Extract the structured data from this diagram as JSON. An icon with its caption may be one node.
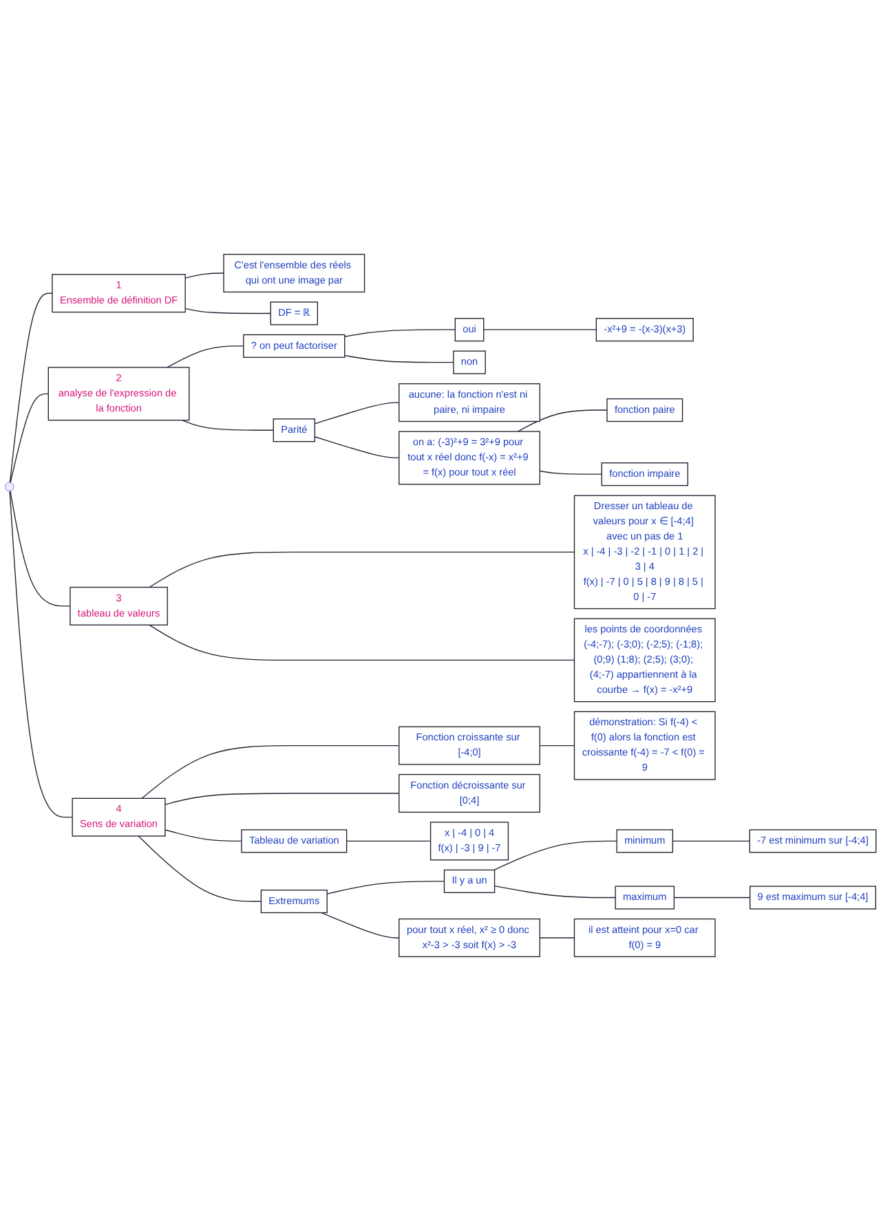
{
  "diagram": {
    "nodes": [
      {
        "text": [
          "1",
          "Ensemble de définition DF"
        ]
      },
      {
        "text": [
          "C'est l'ensemble des réels qui ont une image par"
        ]
      },
      {
        "text": [
          "DF = ℝ"
        ]
      },
      {
        "text": [
          "2",
          "analyse de l'expression de la fonction"
        ]
      },
      {
        "text": [
          "? on peut factoriser"
        ]
      },
      {
        "text": [
          "oui"
        ]
      },
      {
        "text": [
          "-x²+9 = -(x-3)(x+3)"
        ]
      },
      {
        "text": [
          "non"
        ]
      },
      {
        "text": [
          "Parité"
        ]
      },
      {
        "text": [
          "aucune: la fonction n'est ni paire, ni impaire"
        ]
      },
      {
        "text": [
          "on a: (-3)²+9 = 3²+9 pour tout x réel donc f(-x) = x²+9 = f(x) pour tout x réel"
        ]
      },
      {
        "text": [
          "fonction paire"
        ]
      },
      {
        "text": [
          "fonction impaire"
        ]
      },
      {
        "text": [
          "3",
          "tableau de valeurs"
        ]
      },
      {
        "text": [
          "Dresser un tableau de valeurs pour x ∈ [-4;4] avec un pas de 1",
          "x | -4 | -3 | -2 | -1 | 0 | 1 | 2 | 3 | 4",
          "f(x) | -7 | 0 | 5 | 8 | 9 | 8 | 5 | 0 | -7"
        ]
      },
      {
        "text": [
          "les points de coordonnées (-4;-7); (-3;0); (-2;5); (-1;8); (0;9) (1;8); (2;5); (3;0); (4;-7) appartiennent à la courbe → f(x) = -x²+9"
        ]
      },
      {
        "text": [
          "4",
          "Sens de variation"
        ]
      },
      {
        "text": [
          "Fonction croissante sur [-4;0]"
        ]
      },
      {
        "text": [
          "Fonction décroissante sur [0;4]"
        ]
      },
      {
        "text": [
          "démonstration: Si f(-4) < f(0) alors la fonction est croissante f(-4) = -7 < f(0) = 9"
        ]
      },
      {
        "text": [
          "Tableau de variation"
        ]
      },
      {
        "text": [
          "x | -4 | 0 | 4",
          "f(x) | -3 | 9 | -7"
        ]
      },
      {
        "text": [
          "Extremums"
        ]
      },
      {
        "text": [
          "Il y a un"
        ]
      },
      {
        "text": [
          "minimum"
        ]
      },
      {
        "text": [
          "maximum"
        ]
      },
      {
        "text": [
          "-7 est minimum sur [-4;4]"
        ]
      },
      {
        "text": [
          "9 est maximum sur [-4;4]"
        ]
      },
      {
        "text": [
          "pour tout x réel, x² ≥ 0 donc x²-3 > -3 soit f(x) > -3"
        ]
      },
      {
        "text": [
          "il est atteint pour x=0 car f(0) = 9"
        ]
      },
      {
        "text": [],
        "shape": "circle"
      }
    ],
    "edges": [
      {
        "from": 30,
        "to": 0,
        "arrow": "none"
      },
      {
        "from": 0,
        "to": 1,
        "arrow": "none"
      },
      {
        "from": 0,
        "to": 2,
        "arrow": "none"
      },
      {
        "from": 30,
        "to": 3,
        "arrow": "none"
      },
      {
        "from": 3,
        "to": 4,
        "arrow": "none"
      },
      {
        "from": 4,
        "to": 5,
        "arrow": "none"
      },
      {
        "from": 5,
        "to": 6,
        "arrow": "none"
      },
      {
        "from": 4,
        "to": 7,
        "arrow": "none"
      },
      {
        "from": 3,
        "to": 8,
        "arrow": "none"
      },
      {
        "from": 8,
        "to": 9,
        "arrow": "none"
      },
      {
        "from": 8,
        "to": 10,
        "arrow": "none"
      },
      {
        "from": 10,
        "to": 11,
        "arrow": "none"
      },
      {
        "from": 10,
        "to": 12,
        "arrow": "none"
      },
      {
        "from": 30,
        "to": 13,
        "arrow": "none"
      },
      {
        "from": 13,
        "to": 14,
        "arrow": "none"
      },
      {
        "from": 13,
        "to": 15,
        "arrow": "none"
      },
      {
        "from": 30,
        "to": 16,
        "arrow": "none"
      },
      {
        "from": 16,
        "to": 17,
        "arrow": "none"
      },
      {
        "from": 17,
        "to": 19,
        "arrow": "none"
      },
      {
        "from": 16,
        "to": 18,
        "arrow": "none"
      },
      {
        "from": 16,
        "to": 20,
        "arrow": "none"
      },
      {
        "from": 20,
        "to": 21,
        "arrow": "none"
      },
      {
        "from": 16,
        "to": 22,
        "arrow": "none"
      },
      {
        "from": 22,
        "to": 23,
        "arrow": "none"
      },
      {
        "from": 23,
        "to": 24,
        "arrow": "none"
      },
      {
        "from": 24,
        "to": 26,
        "arrow": "none"
      },
      {
        "from": 23,
        "to": 25,
        "arrow": "none"
      },
      {
        "from": 25,
        "to": 27,
        "arrow": "none"
      },
      {
        "from": 22,
        "to": 28,
        "arrow": "none"
      },
      {
        "from": 28,
        "to": 29,
        "arrow": "none"
      }
    ]
  }
}
